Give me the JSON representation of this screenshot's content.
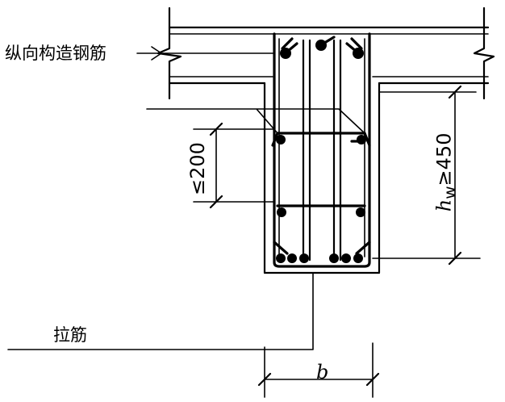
{
  "labels": {
    "longitudinal_bars": "纵向构造钢筋",
    "tie_bar": "拉筋",
    "web_width": "b",
    "spacing_limit": "≤200",
    "web_height_symbol": "h",
    "web_height_subscript": "w",
    "web_height_limit": "≥450"
  },
  "colors": {
    "line": "#000000",
    "background": "#ffffff"
  }
}
